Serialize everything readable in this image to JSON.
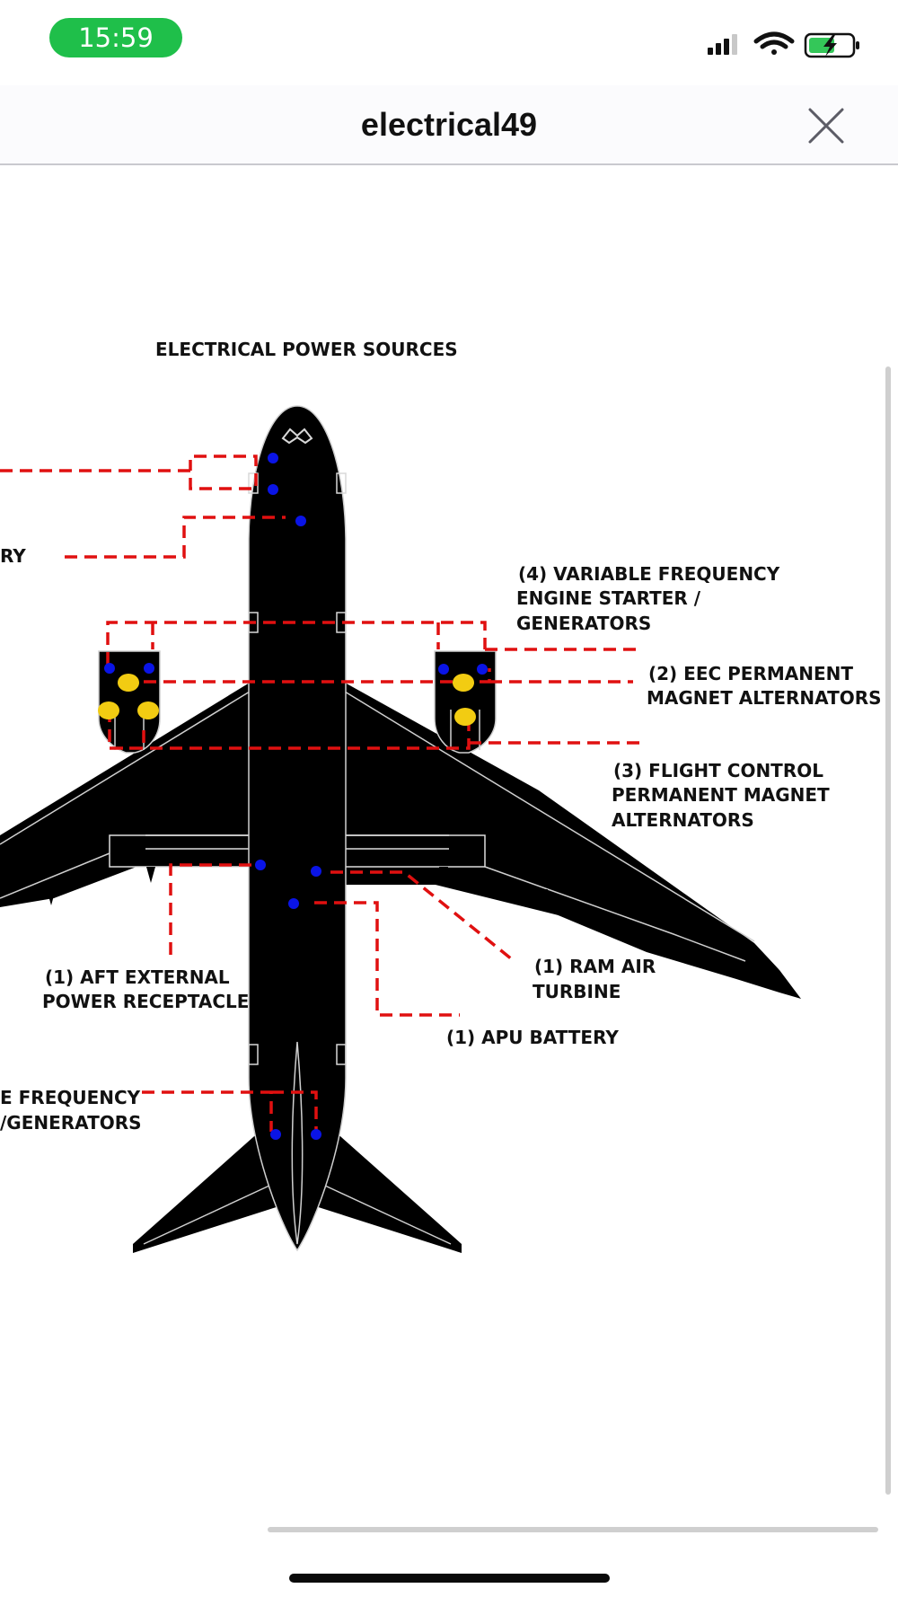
{
  "status_bar": {
    "time": "15:59",
    "icons": [
      "cellular-signal-icon",
      "wifi-icon",
      "battery-charging-icon"
    ],
    "time_pill_color": "#1fbf4a",
    "battery_color": "#34c759"
  },
  "nav": {
    "title": "electrical49",
    "close_icon": "close-icon"
  },
  "diagram": {
    "title": "ELECTRICAL POWER SOURCES",
    "labels": {
      "variable_frequency_starter": [
        "(4) VARIABLE FREQUENCY",
        "ENGINE STARTER /",
        "GENERATORS"
      ],
      "eec_pma": [
        "(2) EEC PERMANENT",
        "MAGNET ALTERNATORS"
      ],
      "flight_control_pma": [
        "(3) FLIGHT CONTROL",
        "PERMANENT MAGNET",
        "ALTERNATORS"
      ],
      "ram_air_turbine": [
        "(1) RAM AIR",
        "TURBINE"
      ],
      "apu_battery": [
        "(1) APU BATTERY"
      ],
      "aft_external_power": [
        "(1) AFT EXTERNAL",
        "POWER RECEPTACLE"
      ],
      "apu_starter_generators": [
        "E FREQUENCY",
        "/GENERATORS"
      ],
      "left_cut_label": [
        "RY"
      ]
    },
    "colors": {
      "aircraft": "#000000",
      "leader_lines": "#e01010",
      "sensor_dots": "#0a14e6",
      "generators": "#f2cc12"
    }
  }
}
